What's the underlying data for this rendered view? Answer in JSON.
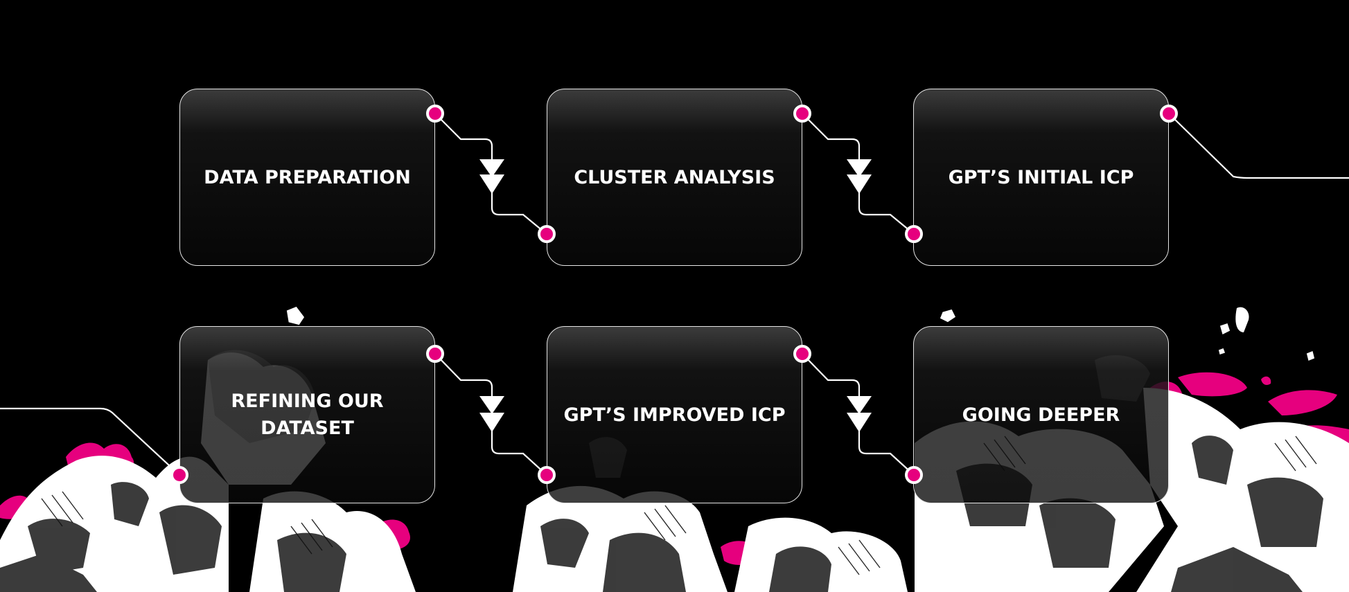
{
  "colors": {
    "background": "#000000",
    "accent": "#e6007e",
    "line": "#ffffff",
    "box_border": "#e6e6e6"
  },
  "steps": [
    {
      "label": "DATA PREPARATION"
    },
    {
      "label": "CLUSTER ANALYSIS"
    },
    {
      "label": "GPT’S INITIAL ICP"
    },
    {
      "label": "REFINING OUR DATASET"
    },
    {
      "label": "GPT’S IMPROVED ICP"
    },
    {
      "label": "GOING DEEPER"
    }
  ],
  "decoration": {
    "illustration": "ink-sketched rocky mountains with magenta splashes"
  }
}
